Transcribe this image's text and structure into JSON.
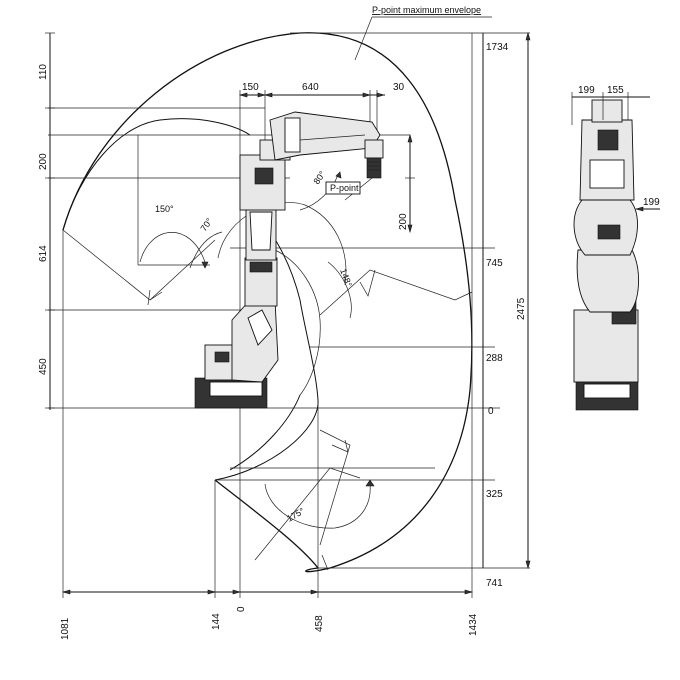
{
  "labels": {
    "envelope": "P-point maximum envelope",
    "p_point": "P-point",
    "left_dims": [
      "110",
      "200",
      "614",
      "450"
    ],
    "top_dims": [
      "150",
      "640",
      "30"
    ],
    "side_top_dims": [
      "199",
      "155"
    ],
    "side_right_dim": "199",
    "vertical_dim": "200",
    "right_dims": [
      "1734",
      "745",
      "288",
      "0",
      "325",
      "741"
    ],
    "total_height": "2475",
    "bottom_dims": [
      "1081",
      "144",
      "0",
      "458",
      "1434"
    ],
    "angles": [
      "150°",
      "70°",
      "80°",
      "148°",
      "175°"
    ]
  }
}
